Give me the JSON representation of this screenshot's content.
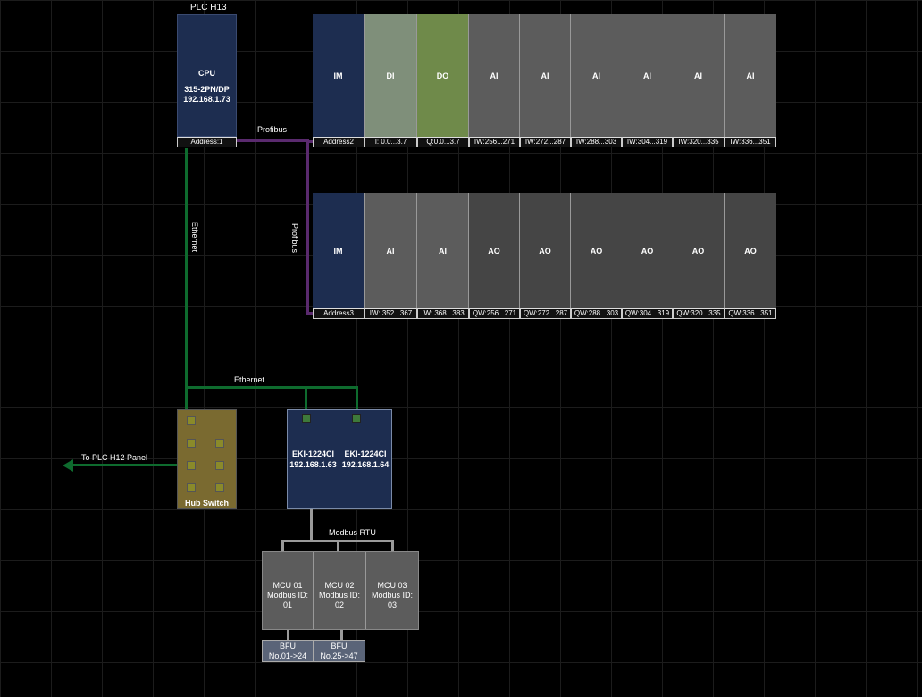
{
  "plc": {
    "title": "PLC H13",
    "cpu_label": "CPU",
    "cpu_model": "315-2PN/DP",
    "cpu_ip": "192.168.1.73",
    "cpu_address": "Address:1"
  },
  "links": {
    "profibus_top": "Profibus",
    "profibus_side": "Profibus",
    "ethernet_side": "Ethernet",
    "ethernet_bottom": "Ethernet",
    "modbus": "Modbus RTU",
    "to_panel": "To PLC H12 Panel"
  },
  "rack1": {
    "modules": [
      {
        "label": "IM",
        "addr": "Address2"
      },
      {
        "label": "DI",
        "addr": "I: 0.0...3.7"
      },
      {
        "label": "DO",
        "addr": "Q:0.0...3.7"
      },
      {
        "label": "AI",
        "addr": "IW:256...271"
      },
      {
        "label": "AI",
        "addr": "IW:272...287"
      },
      {
        "label": "AI",
        "addr": "IW:288...303"
      },
      {
        "label": "AI",
        "addr": "IW:304...319"
      },
      {
        "label": "AI",
        "addr": "IW:320...335"
      },
      {
        "label": "AI",
        "addr": "IW:336...351"
      }
    ]
  },
  "rack2": {
    "modules": [
      {
        "label": "IM",
        "addr": "Address3"
      },
      {
        "label": "AI",
        "addr": "IW: 352...367"
      },
      {
        "label": "AI",
        "addr": "IW: 368...383"
      },
      {
        "label": "AO",
        "addr": "QW:256...271"
      },
      {
        "label": "AO",
        "addr": "QW:272...287"
      },
      {
        "label": "AO",
        "addr": "QW:288...303"
      },
      {
        "label": "AO",
        "addr": "QW:304...319"
      },
      {
        "label": "AO",
        "addr": "QW:320...335"
      },
      {
        "label": "AO",
        "addr": "QW:336...351"
      }
    ]
  },
  "hub": {
    "label": "Hub Switch"
  },
  "eki": [
    {
      "model": "EKI-1224CI",
      "ip": "192.168.1.63"
    },
    {
      "model": "EKI-1224CI",
      "ip": "192.168.1.64"
    }
  ],
  "mcu": [
    {
      "name": "MCU 01",
      "id": "Modbus ID: 01"
    },
    {
      "name": "MCU 02",
      "id": "Modbus ID: 02"
    },
    {
      "name": "MCU 03",
      "id": "Modbus ID: 03"
    }
  ],
  "bfu": [
    {
      "name": "BFU",
      "range": "No.01->24"
    },
    {
      "name": "BFU",
      "range": "No.25->47"
    }
  ],
  "colors": {
    "cpu_bg": "#1d2d50",
    "di_bg": "#7f8f7a",
    "do_bg": "#6f8a4a",
    "ai_bg": "#5a5a5a",
    "ao_bg": "#454545",
    "ethernet": "#0e6b2e",
    "profibus": "#5a2a6e",
    "hub_bg": "#7a6a30"
  }
}
